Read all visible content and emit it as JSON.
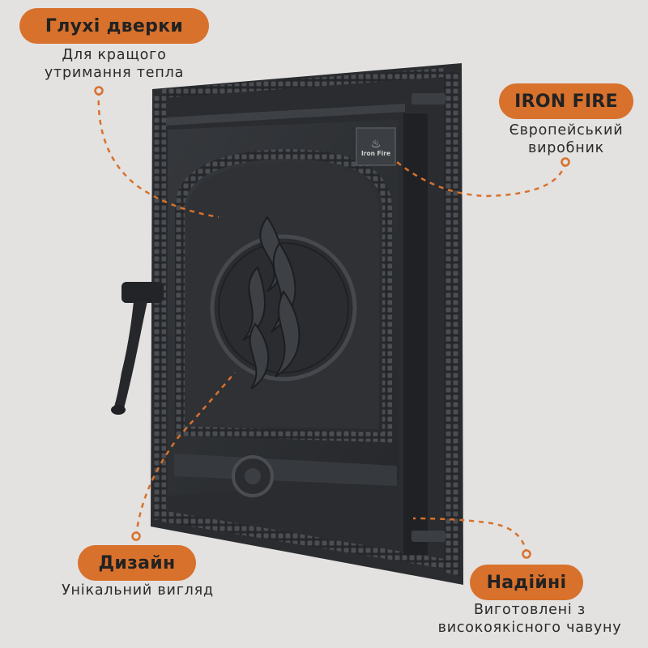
{
  "colors": {
    "background": "#e3e2e1",
    "accent": "#d8712c",
    "door": "#2b2d30",
    "text": "#2a2a2a"
  },
  "product": {
    "logo_text": "Iron Fire",
    "logo_icon": "flame-icon"
  },
  "callouts": {
    "blind_door": {
      "title": "Глухі дверки",
      "line1": "Для кращого",
      "line2": "утримання тепла"
    },
    "brand": {
      "title": "IRON FIRE",
      "line1": "Європейський",
      "line2": "виробник"
    },
    "design": {
      "title": "Дизайн",
      "line1": "Унікальний вигляд"
    },
    "reliable": {
      "title": "Надійні",
      "line1": "Виготовлені з",
      "line2": "високоякісного чавуну"
    }
  }
}
